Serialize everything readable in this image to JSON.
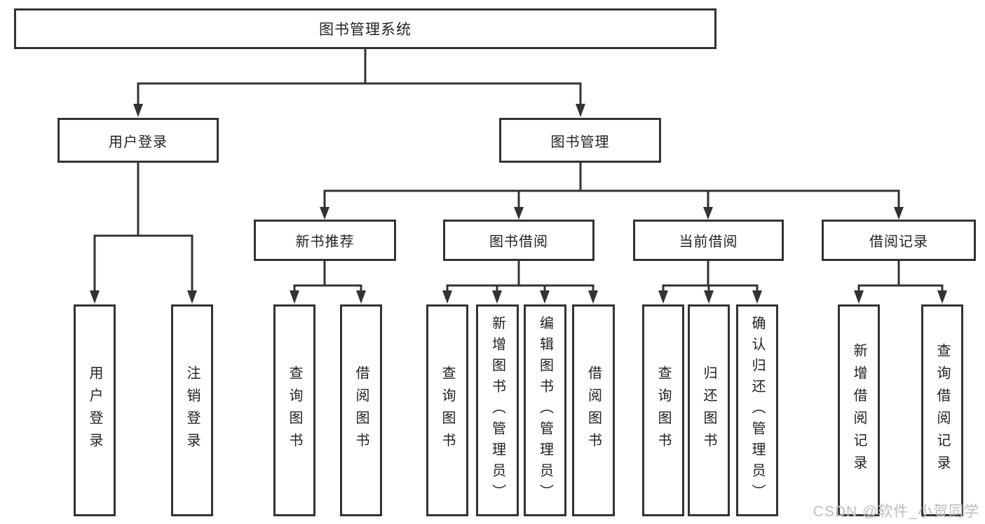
{
  "diagram": {
    "root": {
      "label": "图书管理系统"
    },
    "level2": [
      {
        "id": "user-login",
        "label": "用户登录"
      },
      {
        "id": "book-management",
        "label": "图书管理"
      }
    ],
    "level3": [
      {
        "id": "new-book-recommend",
        "label": "新书推荐"
      },
      {
        "id": "book-borrow",
        "label": "图书借阅"
      },
      {
        "id": "current-borrow",
        "label": "当前借阅"
      },
      {
        "id": "borrow-records",
        "label": "借阅记录"
      }
    ],
    "leaves": [
      {
        "label": "用户登录"
      },
      {
        "label": "注销登录"
      },
      {
        "label": "查询图书"
      },
      {
        "label": "借阅图书"
      },
      {
        "label": "查询图书"
      },
      {
        "label": "新增图书（管理员）"
      },
      {
        "label": "编辑图书（管理员）"
      },
      {
        "label": "借阅图书"
      },
      {
        "label": "查询图书"
      },
      {
        "label": "归还图书"
      },
      {
        "label": "确认归还（管理员）"
      },
      {
        "label": "新增借阅记录"
      },
      {
        "label": "查询借阅记录"
      }
    ]
  },
  "watermark": "CSDN @软件_小贺同学",
  "colors": {
    "line": "#333333",
    "text": "#222222",
    "watermark": "#b9bec4",
    "background": "#ffffff"
  }
}
